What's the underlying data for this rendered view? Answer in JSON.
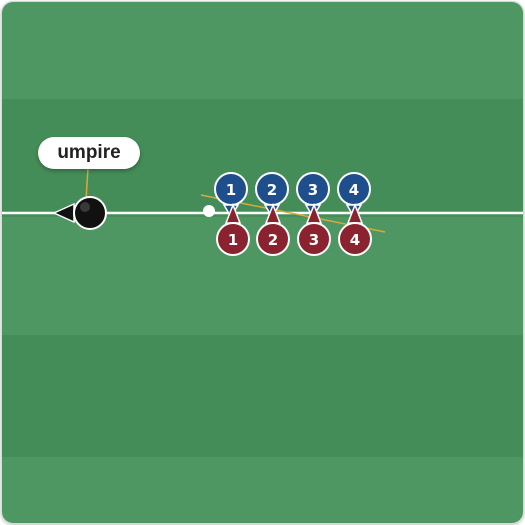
{
  "umpire": {
    "label": "umpire"
  },
  "teams": {
    "blue": {
      "color": "#1f4e8c",
      "numbers": [
        "1",
        "2",
        "3",
        "4"
      ]
    },
    "red": {
      "color": "#8b2230",
      "numbers": [
        "1",
        "2",
        "3",
        "4"
      ]
    }
  },
  "colors": {
    "field_light": "#4f9a63",
    "field_dark": "#3f8852",
    "line": "#ffffff",
    "marker_line": "#d9a93a",
    "umpire_ball": "#111111"
  }
}
